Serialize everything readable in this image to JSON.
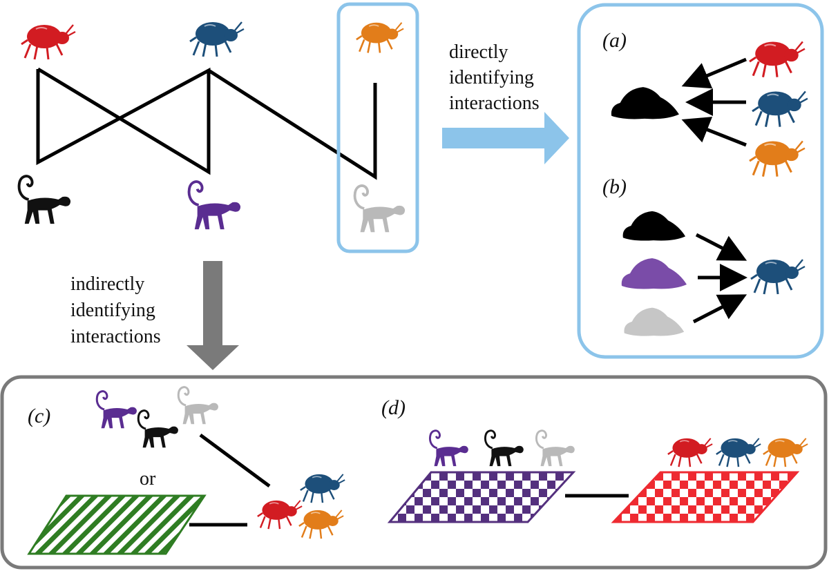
{
  "labels": {
    "direct_line1": "directly",
    "direct_line2": "identifying",
    "direct_line3": "interactions",
    "indirect_line1": "indirectly",
    "indirect_line2": "identifying",
    "indirect_line3": "interactions",
    "panel_a": "(a)",
    "panel_b": "(b)",
    "panel_c": "(c)",
    "panel_d": "(d)",
    "or": "or"
  },
  "colors": {
    "beetle_red": "#d21c22",
    "beetle_blue": "#1d4f7a",
    "beetle_orange": "#e27d1a",
    "monkey_black": "#111111",
    "monkey_purple": "#5a2d91",
    "monkey_grey": "#b9b9b9",
    "dung_black": "#000000",
    "dung_purple": "#7a4ca8",
    "dung_grey": "#c6c6c6",
    "box_blue": "#8cc4ea",
    "box_grey": "#7a7a7a",
    "arrow_blue": "#8cc4ea",
    "arrow_grey": "#7a7a7a",
    "habitat_green": "#2f7d23",
    "grid_purple": "#54307e",
    "grid_red": "#ee2a31"
  },
  "icons": {
    "beetle": "dung-beetle-icon",
    "monkey": "monkey-icon",
    "dung": "dung-pile-icon",
    "habitat": "habitat-patch-icon"
  }
}
